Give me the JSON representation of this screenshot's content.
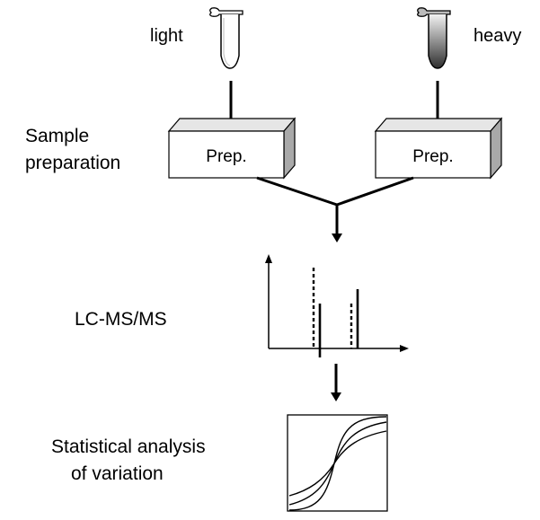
{
  "samples": {
    "light_label": "light",
    "heavy_label": "heavy"
  },
  "steps": {
    "sample_preparation": {
      "line1": "Sample",
      "line2": "preparation"
    },
    "prep_box_label": "Prep.",
    "lcms_label": "LC-MS/MS",
    "statistics": {
      "line1": "Statistical analysis",
      "line2": "of variation"
    }
  },
  "colors": {
    "ink": "#000000",
    "box_front": "#ffffff",
    "box_top": "#e6e6e6",
    "box_side": "#a9a9a9",
    "tube_light_fill": "#ffffff",
    "tube_heavy_fill": "#444444"
  },
  "icons": {
    "light_tube": "microcentrifuge-tube-icon",
    "heavy_tube": "microcentrifuge-tube-icon"
  }
}
